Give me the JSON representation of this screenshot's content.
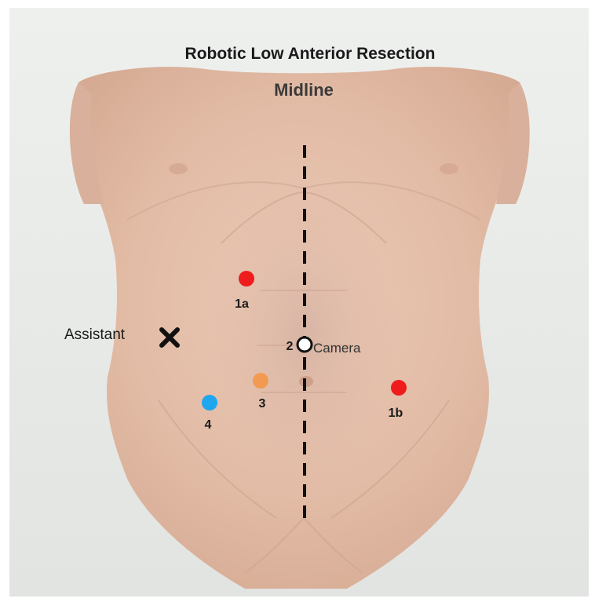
{
  "title": "Robotic Low Anterior Resection",
  "midline_label": "Midline",
  "ports": [
    {
      "label": "1a",
      "color": "#ee1c1c"
    },
    {
      "label": "2",
      "name": "Camera",
      "color": "#ffffff"
    },
    {
      "label": "3",
      "color": "#f39a52"
    },
    {
      "label": "4",
      "color": "#1ea6ef"
    },
    {
      "label": "1b",
      "color": "#ee1c1c"
    }
  ],
  "assistant": {
    "label": "Assistant",
    "marker_color": "#111111"
  }
}
